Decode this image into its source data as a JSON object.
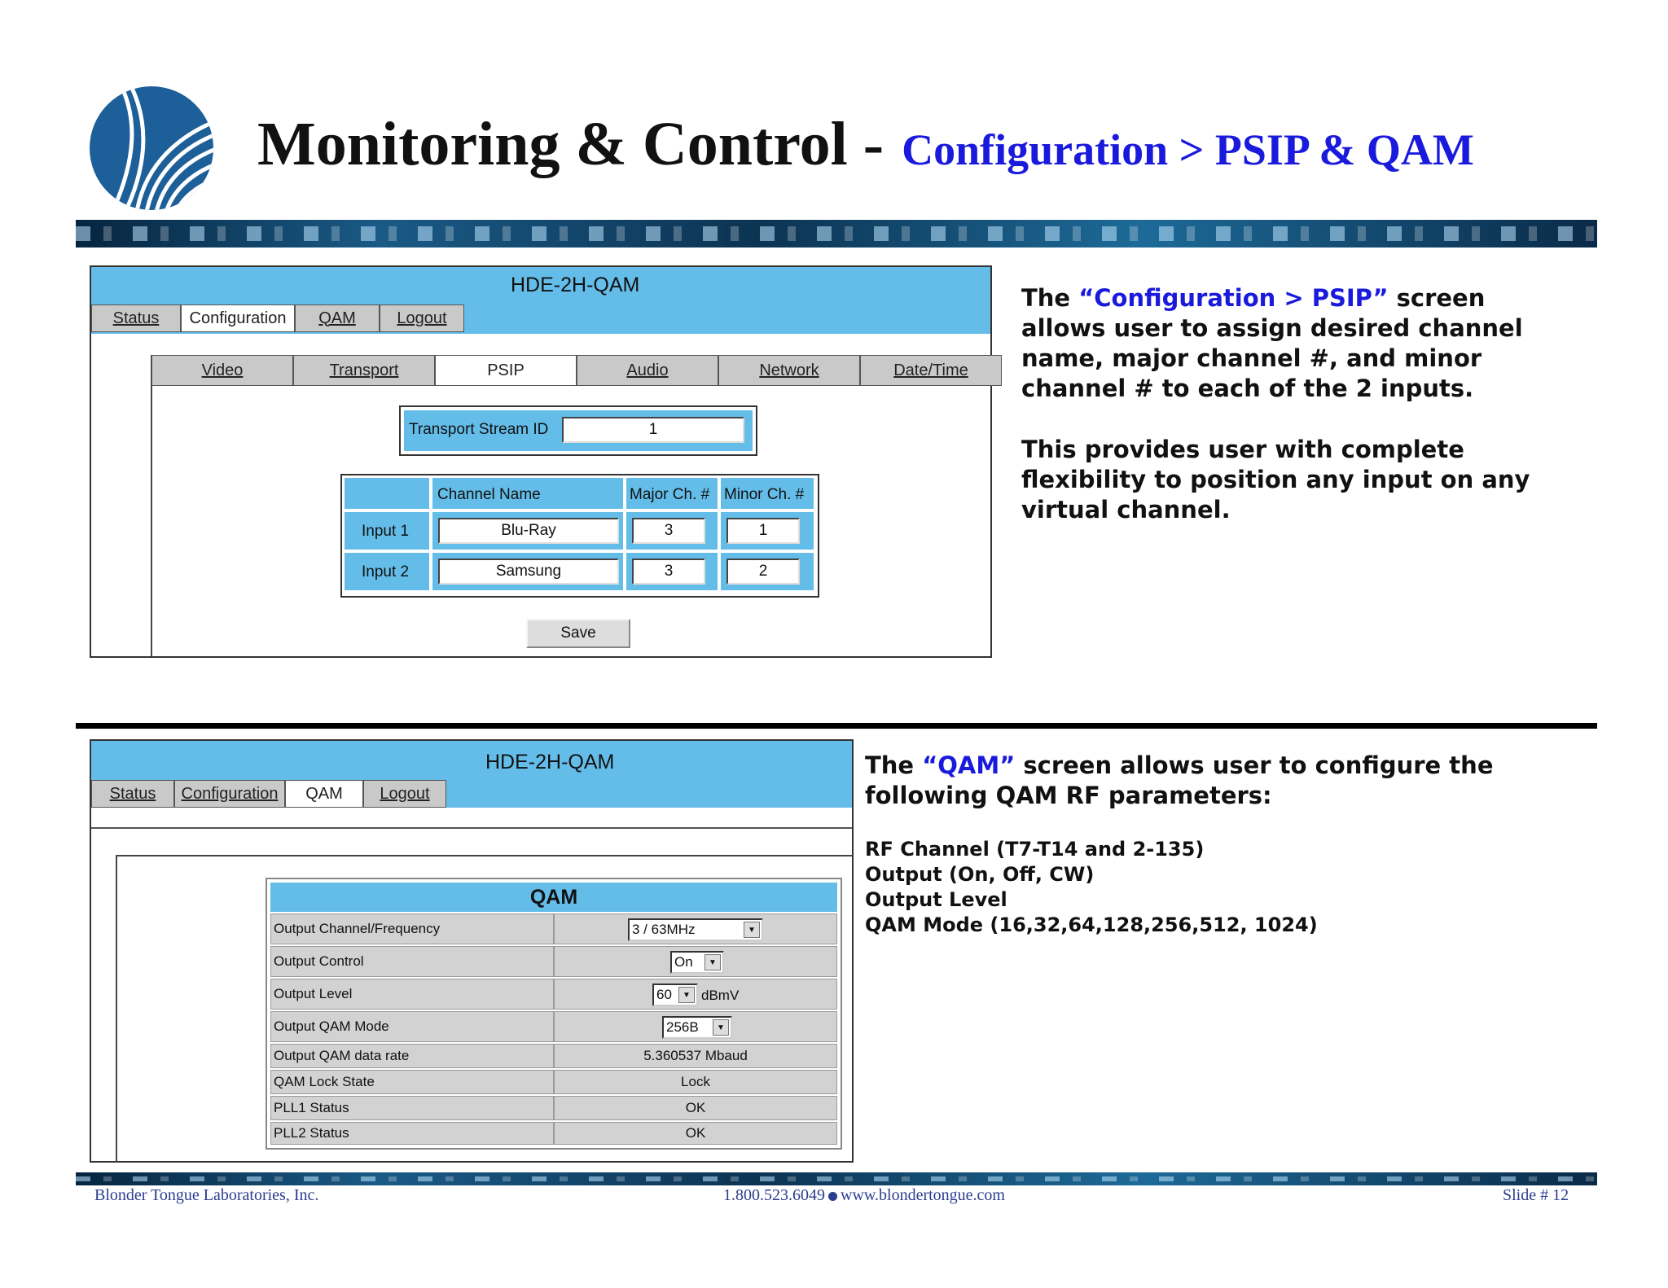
{
  "slide": {
    "title": "Monitoring & Control -",
    "subtitle": "Configuration > PSIP & QAM",
    "footer_company": "Blonder Tongue Laboratories, Inc.",
    "footer_phone": "1.800.523.6049",
    "footer_web": "www.blondertongue.com",
    "footer_slide": "Slide # 12",
    "colors": {
      "accent": "#1a1adc",
      "header_blue": "#64bde9"
    }
  },
  "psip_panel": {
    "device_title": "HDE-2H-QAM",
    "tabs": [
      {
        "label": "Status"
      },
      {
        "label": "Configuration"
      },
      {
        "label": "QAM"
      },
      {
        "label": "Logout"
      }
    ],
    "subtabs": [
      {
        "label": "Video"
      },
      {
        "label": "Transport"
      },
      {
        "label": "PSIP"
      },
      {
        "label": "Audio"
      },
      {
        "label": "Network"
      },
      {
        "label": "Date/Time"
      }
    ],
    "tsid_label": "Transport Stream ID",
    "tsid_value": "1",
    "col_channel_name": "Channel Name",
    "col_major": "Major Ch. #",
    "col_minor": "Minor Ch. #",
    "rows": [
      {
        "label": "Input 1",
        "name": "Blu-Ray",
        "major": "3",
        "minor": "1"
      },
      {
        "label": "Input 2",
        "name": "Samsung",
        "major": "3",
        "minor": "2"
      }
    ],
    "save_label": "Save"
  },
  "qam_panel": {
    "device_title": "HDE-2H-QAM",
    "tabs": [
      {
        "label": "Status"
      },
      {
        "label": "Configuration"
      },
      {
        "label": "QAM"
      },
      {
        "label": "Logout"
      }
    ],
    "table_title": "QAM",
    "rows": [
      {
        "label": "Output Channel/Frequency",
        "value": "3 / 63MHz"
      },
      {
        "label": "Output Control",
        "value": "On"
      },
      {
        "label": "Output Level",
        "value": "60",
        "unit": "dBmV"
      },
      {
        "label": "Output QAM Mode",
        "value": "256B"
      },
      {
        "label": "Output QAM data rate",
        "value": "5.360537 Mbaud"
      },
      {
        "label": "QAM Lock State",
        "value": "Lock"
      },
      {
        "label": "PLL1 Status",
        "value": "OK"
      },
      {
        "label": "PLL2 Status",
        "value": "OK"
      }
    ]
  },
  "psip_desc": {
    "p1_pre": "The ",
    "p1_hl": "“Configuration > PSIP”",
    "p1_post": " screen allows user to assign desired channel name, major channel #, and minor channel # to each of the 2 inputs.",
    "p2": "This provides user with complete flexibility to position any input on any virtual channel."
  },
  "qam_desc": {
    "p1_pre": "The ",
    "p1_hl": "“QAM”",
    "p1_post": " screen allows user to configure the following QAM RF parameters:",
    "items": [
      "RF Channel (T7-T14 and 2-135)",
      "Output (On, Off, CW)",
      "Output Level",
      "QAM Mode (16,32,64,128,256,512, 1024)"
    ]
  }
}
